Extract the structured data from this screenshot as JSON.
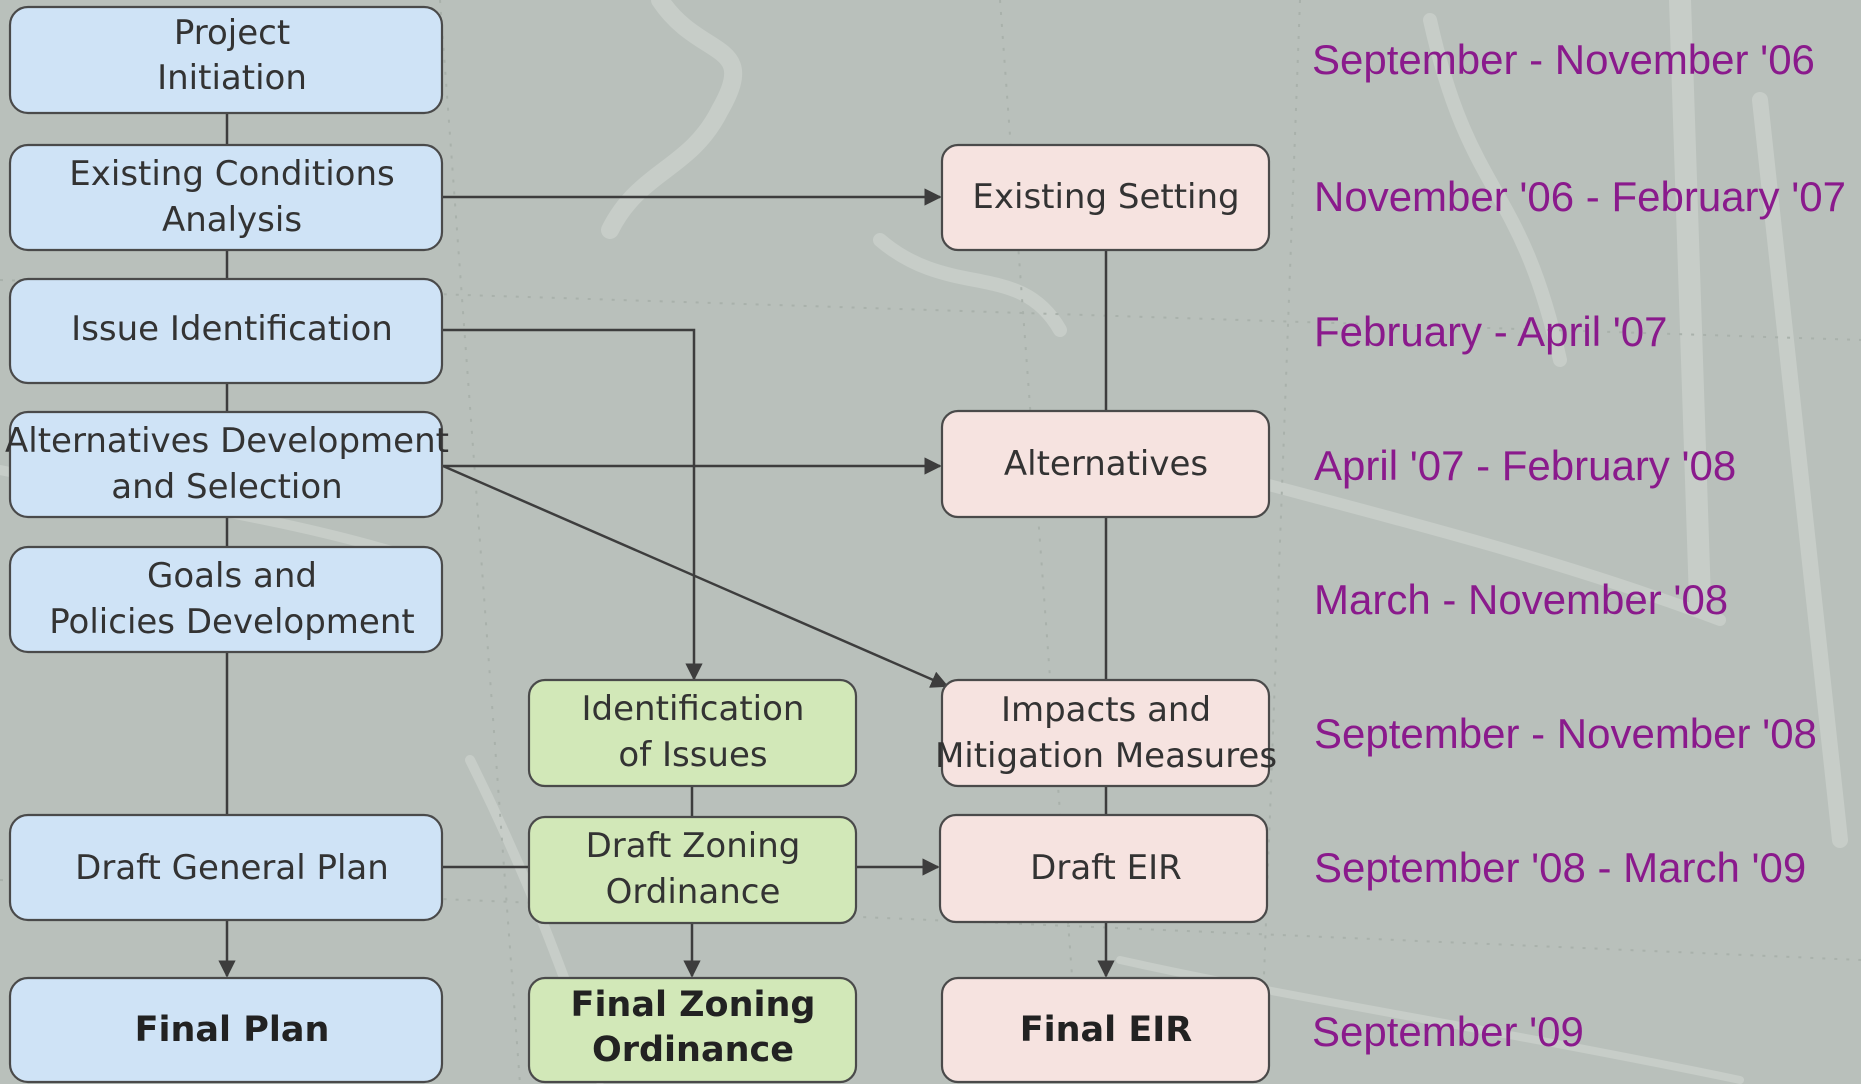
{
  "nodes": {
    "project_initiation": [
      "Project",
      "Initiation"
    ],
    "existing_conditions": [
      "Existing Conditions",
      "Analysis"
    ],
    "issue_identification": [
      "Issue Identification"
    ],
    "alternatives_development": [
      "Alternatives Development",
      "and Selection"
    ],
    "goals_policies": [
      "Goals and",
      "Policies Development"
    ],
    "draft_general_plan": [
      "Draft General Plan"
    ],
    "final_plan": [
      "Final Plan"
    ],
    "identification_of_issues": [
      "Identification",
      "of Issues"
    ],
    "draft_zoning": [
      "Draft Zoning",
      "Ordinance"
    ],
    "final_zoning": [
      "Final Zoning",
      "Ordinance"
    ],
    "existing_setting": [
      "Existing Setting"
    ],
    "alternatives": [
      "Alternatives"
    ],
    "impacts_mitigation": [
      "Impacts and",
      "Mitigation Measures"
    ],
    "draft_eir": [
      "Draft EIR"
    ],
    "final_eir": [
      "Final EIR"
    ]
  },
  "dates": [
    "September - November '06",
    "November '06 - February '07",
    "February - April '07",
    "April '07 - February '08",
    "March - November '08",
    "September - November '08",
    "September '08 - March '09",
    "September '09"
  ],
  "colors": {
    "blue_box": "#cfe3f6",
    "green_box": "#d2e8b8",
    "pink_box": "#f6e3e0",
    "date_text": "#8a1a8c",
    "background": "#b9c0bb"
  }
}
